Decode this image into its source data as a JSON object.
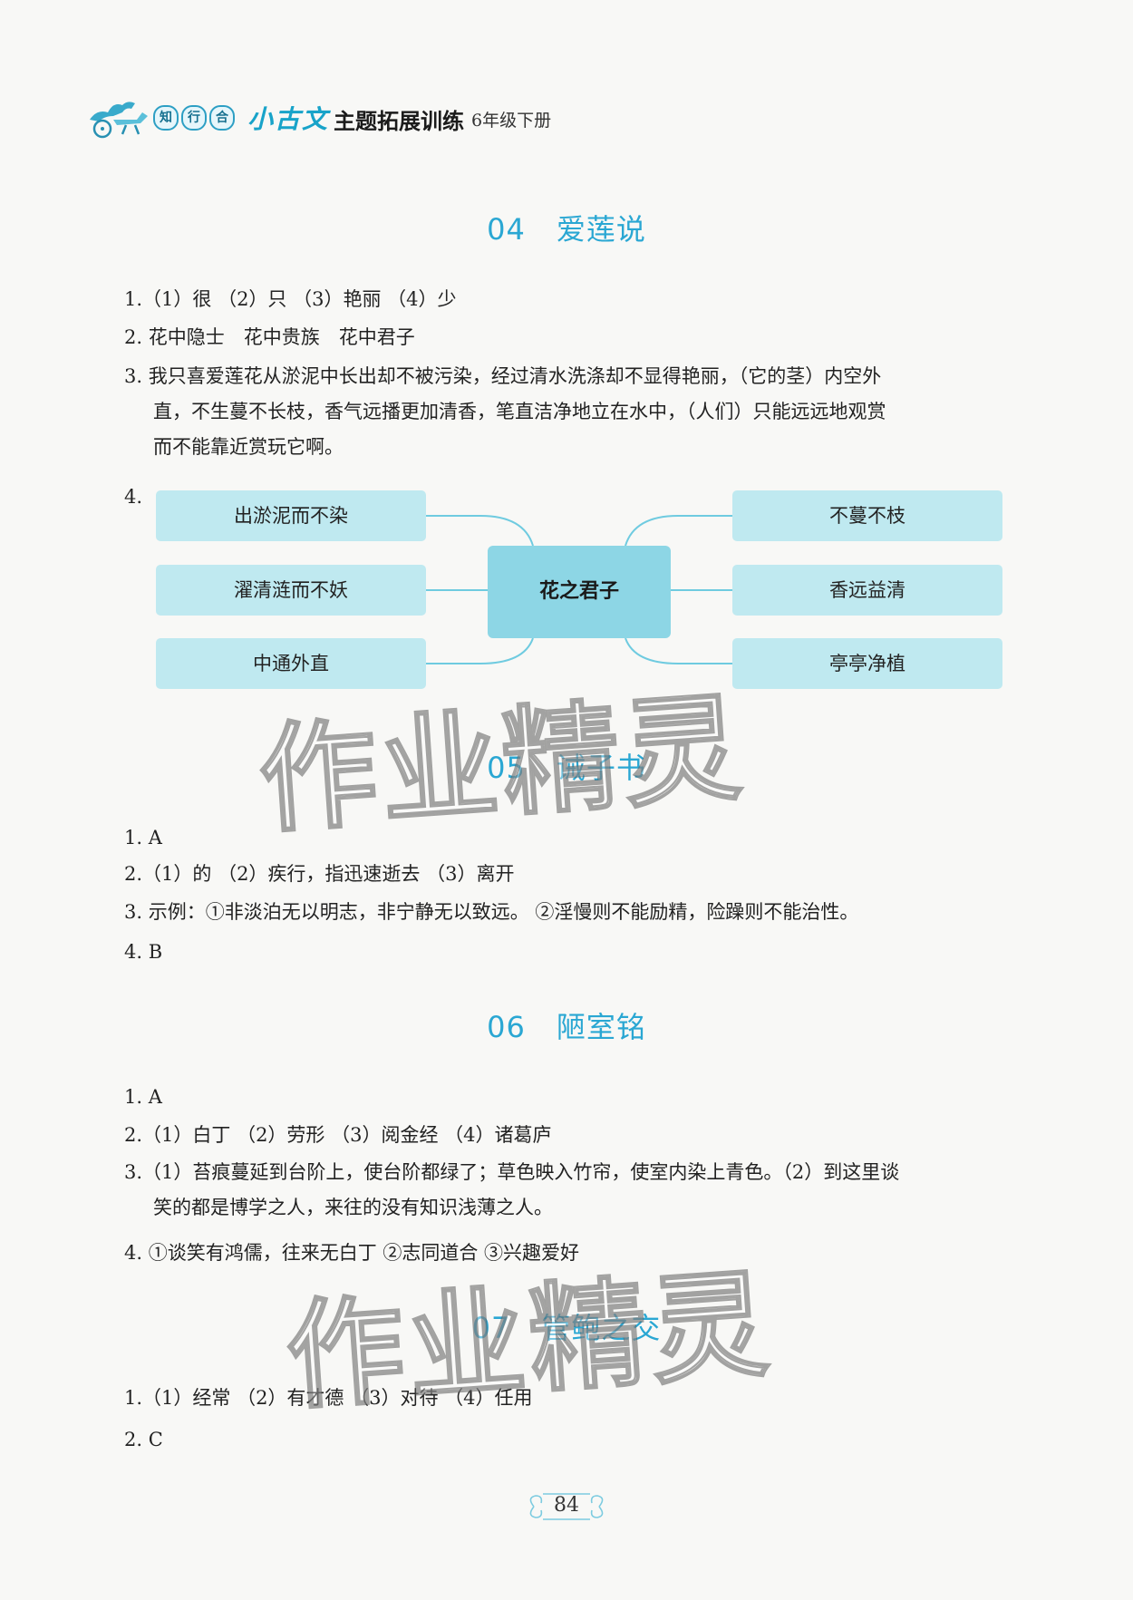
{
  "header": {
    "brand_chars": [
      "知",
      "行",
      "合"
    ],
    "brand_script": "小古文",
    "series_title": "主题拓展训练",
    "grade": "6年级下册"
  },
  "sections": {
    "s04": {
      "number": "04",
      "title": "爱莲说",
      "q1": "1.（1）很 （2）只 （3）艳丽 （4）少",
      "q2": "2. 花中隐士　花中贵族　花中君子",
      "q3_lines": [
        "3. 我只喜爱莲花从淤泥中长出却不被污染，经过清水洗涤却不显得艳丽，（它的茎）内空外",
        "直，不生蔓不长枝，香气远播更加清香，笔直洁净地立在水中，（人们）只能远远地观赏",
        "而不能靠近赏玩它啊。"
      ],
      "q4_number": "4.",
      "mindmap": {
        "center": "花之君子",
        "left": [
          "出淤泥而不染",
          "濯清涟而不妖",
          "中通外直"
        ],
        "right": [
          "不蔓不枝",
          "香远益清",
          "亭亭净植"
        ]
      }
    },
    "s05": {
      "number": "05",
      "title": "诫子书",
      "q1": "1. A",
      "q2": "2.（1）的 （2）疾行，指迅速逝去 （3）离开",
      "q3": "3. 示例：①非淡泊无以明志，非宁静无以致远。 ②淫慢则不能励精，险躁则不能治性。",
      "q4": "4. B"
    },
    "s06": {
      "number": "06",
      "title": "陋室铭",
      "q1": "1. A",
      "q2": "2.（1）白丁 （2）劳形 （3）阅金经 （4）诸葛庐",
      "q3_lines": [
        "3.（1）苔痕蔓延到台阶上，使台阶都绿了；草色映入竹帘，使室内染上青色。（2）到这里谈",
        "笑的都是博学之人，来往的没有知识浅薄之人。"
      ],
      "q4": "4. ①谈笑有鸿儒，往来无白丁 ②志同道合 ③兴趣爱好"
    },
    "s07": {
      "number": "07",
      "title": "管鲍之交",
      "q1": "1.（1）经常 （2）有才德 （3）对待 （4）任用",
      "q2": "2. C"
    }
  },
  "watermark": "作业精灵",
  "footer": {
    "page_number": "84"
  },
  "colors": {
    "accent": "#2aa7d3",
    "map_box": "#bfe9f0",
    "map_center": "#8dd6e5"
  }
}
